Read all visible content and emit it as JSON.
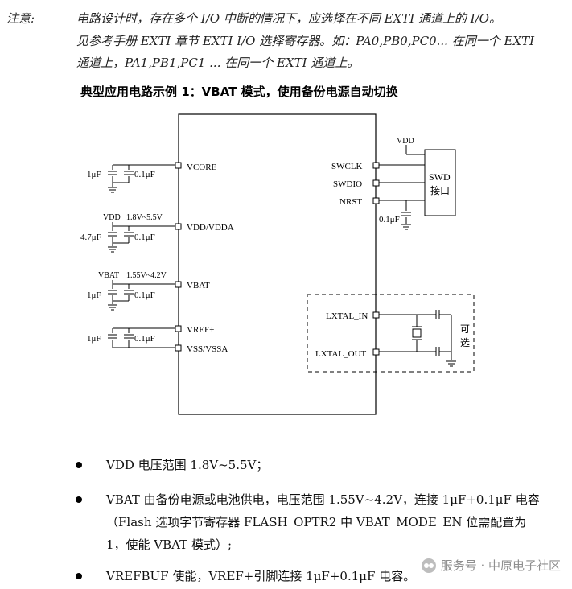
{
  "note": {
    "label": "注意:",
    "lines": [
      "电路设计时，存在多个 I/O 中断的情况下，应选择在不同 EXTI 通道上的 I/O。",
      "见参考手册 EXTI 章节 EXTI I/O 选择寄存器。如：PA0,PB0,PC0... 在同一个 EXTI",
      "通道上，PA1,PB1,PC1 ... 在同一个 EXTI 通道上。"
    ]
  },
  "example_title": "典型应用电路示例 1：VBAT 模式，使用备份电源自动切换",
  "circuit": {
    "pins_left": {
      "vcore": "VCORE",
      "vdd_vdda": "VDD/VDDA",
      "vbat": "VBAT",
      "vref": "VREF+",
      "vss": "VSS/VSSA"
    },
    "pins_right": {
      "swclk": "SWCLK",
      "swdio": "SWDIO",
      "nrst": "NRST",
      "lxtal_in": "LXTAL_IN",
      "lxtal_out": "LXTAL_OUT"
    },
    "caps": {
      "c_1uf": "1μF",
      "c_01uf": "0.1μF",
      "c_47uf": "4.7μF"
    },
    "supply_labels": {
      "vdd": "VDD",
      "vdd_range": "1.8V~5.5V",
      "vbat": "VBAT",
      "vbat_range": "1.55V~4.2V",
      "swd_vdd": "VDD"
    },
    "swd_box": {
      "line1": "SWD",
      "line2": "接口"
    },
    "optional_label": {
      "line1": "可",
      "line2": "选"
    }
  },
  "bullets": [
    "VDD 电压范围 1.8V~5.5V；",
    "VBAT 由备份电源或电池供电，电压范围 1.55V~4.2V，连接 1μF+0.1μF 电容",
    "（Flash 选项字节寄存器 FLASH_OPTR2 中 VBAT_MODE_EN 位需配置为",
    "1，使能 VBAT 模式）;",
    "VREFBUF 使能，VREF+引脚连接 1μF+0.1μF 电容。"
  ],
  "watermark": "服务号 · 中原电子社区"
}
